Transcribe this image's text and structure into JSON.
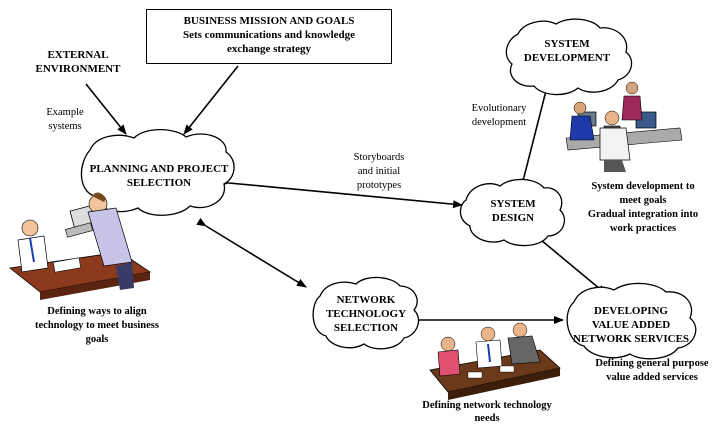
{
  "mission": {
    "line1": "BUSINESS MISSION AND GOALS",
    "line2": "Sets communications and knowledge",
    "line3": "exchange strategy"
  },
  "external": {
    "line1": "EXTERNAL",
    "line2": "ENVIRONMENT"
  },
  "edge_labels": {
    "example_line1": "Example",
    "example_line2": "systems",
    "evol_line1": "Evolutionary",
    "evol_line2": "development",
    "story_line1": "Storyboards",
    "story_line2": "and initial",
    "story_line3": "prototypes"
  },
  "nodes": {
    "planning_line1": "PLANNING AND PROJECT",
    "planning_line2": "SELECTION",
    "sysdev_line1": "SYSTEM",
    "sysdev_line2": "DEVELOPMENT",
    "sysdesign_line1": "SYSTEM",
    "sysdesign_line2": "DESIGN",
    "network_line1": "NETWORK",
    "network_line2": "TECHNOLOGY",
    "network_line3": "SELECTION",
    "value_line1": "DEVELOPING",
    "value_line2": "VALUE ADDED",
    "value_line3": "NETWORK SERVICES"
  },
  "captions": {
    "align_line1": "Defining ways to align",
    "align_line2": "technology to meet business",
    "align_line3": "goals",
    "sysdev_line1": "System development to",
    "sysdev_line2": "meet goals",
    "sysdev_line3": "Gradual integration into",
    "sysdev_line4": "work practices",
    "general_line1": "Defining general purpose",
    "general_line2": "value added services",
    "needs_line1": "Defining network technology",
    "needs_line2": "needs"
  }
}
